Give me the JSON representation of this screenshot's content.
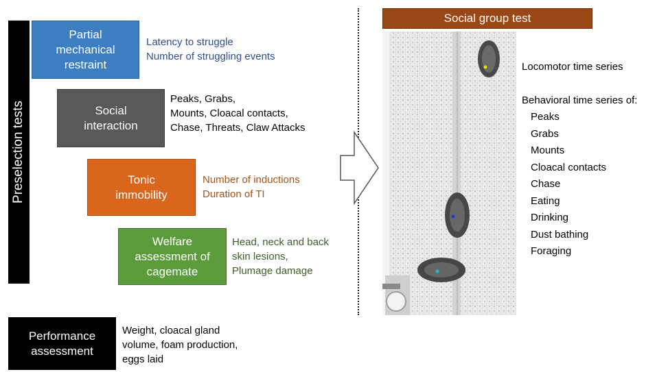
{
  "side_label": "Preselection tests",
  "tests": [
    {
      "label": "Partial\nmechanical\nrestraint",
      "color": "#3d7ec3",
      "desc": "Latency to struggle\nNumber of struggling events",
      "desc_color": "#2f4e8c"
    },
    {
      "label": "Social\ninteraction",
      "color": "#595959",
      "desc": "Peaks, Grabs,\nMounts, Cloacal contacts,\nChase, Threats, Claw Attacks",
      "desc_color": "#000000"
    },
    {
      "label": "Tonic\nimmobility",
      "color": "#d9661c",
      "desc": "Number of inductions\nDuration of TI",
      "desc_color": "#a3531a"
    },
    {
      "label": "Welfare\nassessment of\ncagemate",
      "color": "#5b9b3c",
      "desc": "Head, neck and back\nskin lesions,\nPlumage damage",
      "desc_color": "#3c5e26"
    }
  ],
  "performance": {
    "label": "Performance\nassessment",
    "desc": "Weight, cloacal gland\nvolume, foam production,\neggs laid"
  },
  "social_group": {
    "title": "Social group test",
    "locomotor": "Locomotor time series",
    "behavioral_title": "Behavioral time series of:",
    "behaviors": [
      "Peaks",
      "Grabs",
      "Mounts",
      "Cloacal contacts",
      "Chase",
      "Eating",
      "Drinking",
      "Dust bathing",
      "Foraging"
    ]
  }
}
